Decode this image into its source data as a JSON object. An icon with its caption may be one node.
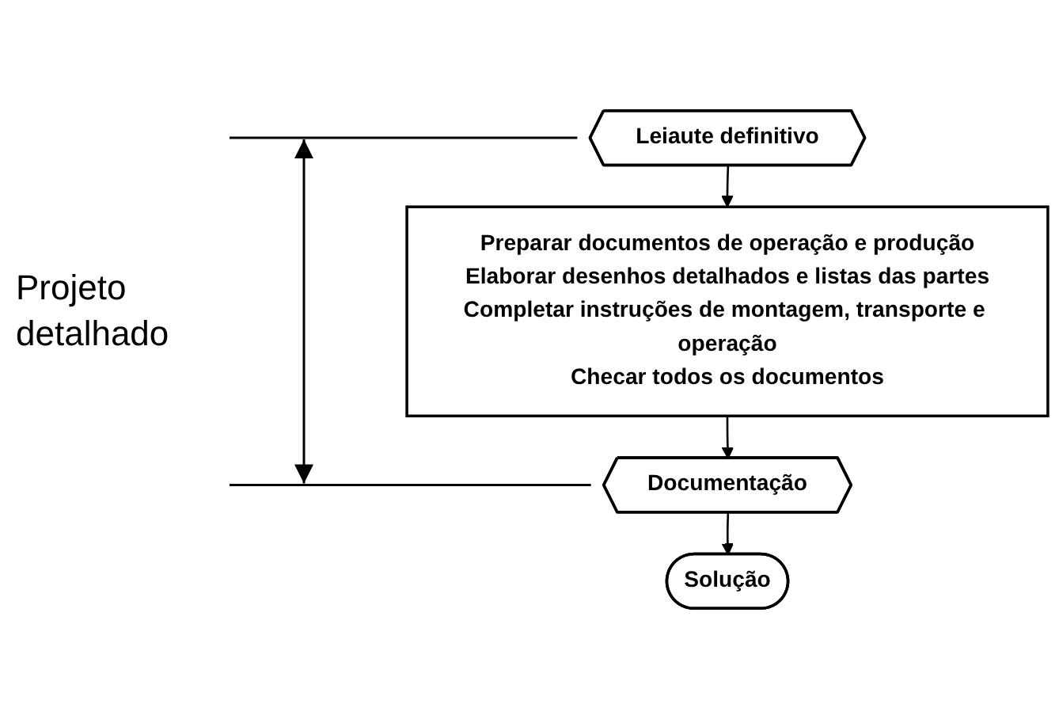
{
  "diagram": {
    "nodes": [
      {
        "text": [
          "Leiaute definitivo"
        ]
      },
      {
        "text": [
          "Preparar documentos de operação e produção",
          "Elaborar desenhos detalhados e listas das partes",
          "Completar instruções de montagem, transporte e operação",
          "Checar todos os documentos"
        ]
      },
      {
        "text": [
          "Documentação"
        ]
      },
      {
        "text": [
          "Solução"
        ]
      }
    ],
    "edges": [
      {
        "from": 0,
        "to": 1,
        "arrow": "to"
      },
      {
        "from": 1,
        "to": 2,
        "arrow": "to"
      },
      {
        "from": 2,
        "to": 3,
        "arrow": "to"
      }
    ],
    "labels": [
      "Projeto detalhado"
    ]
  }
}
